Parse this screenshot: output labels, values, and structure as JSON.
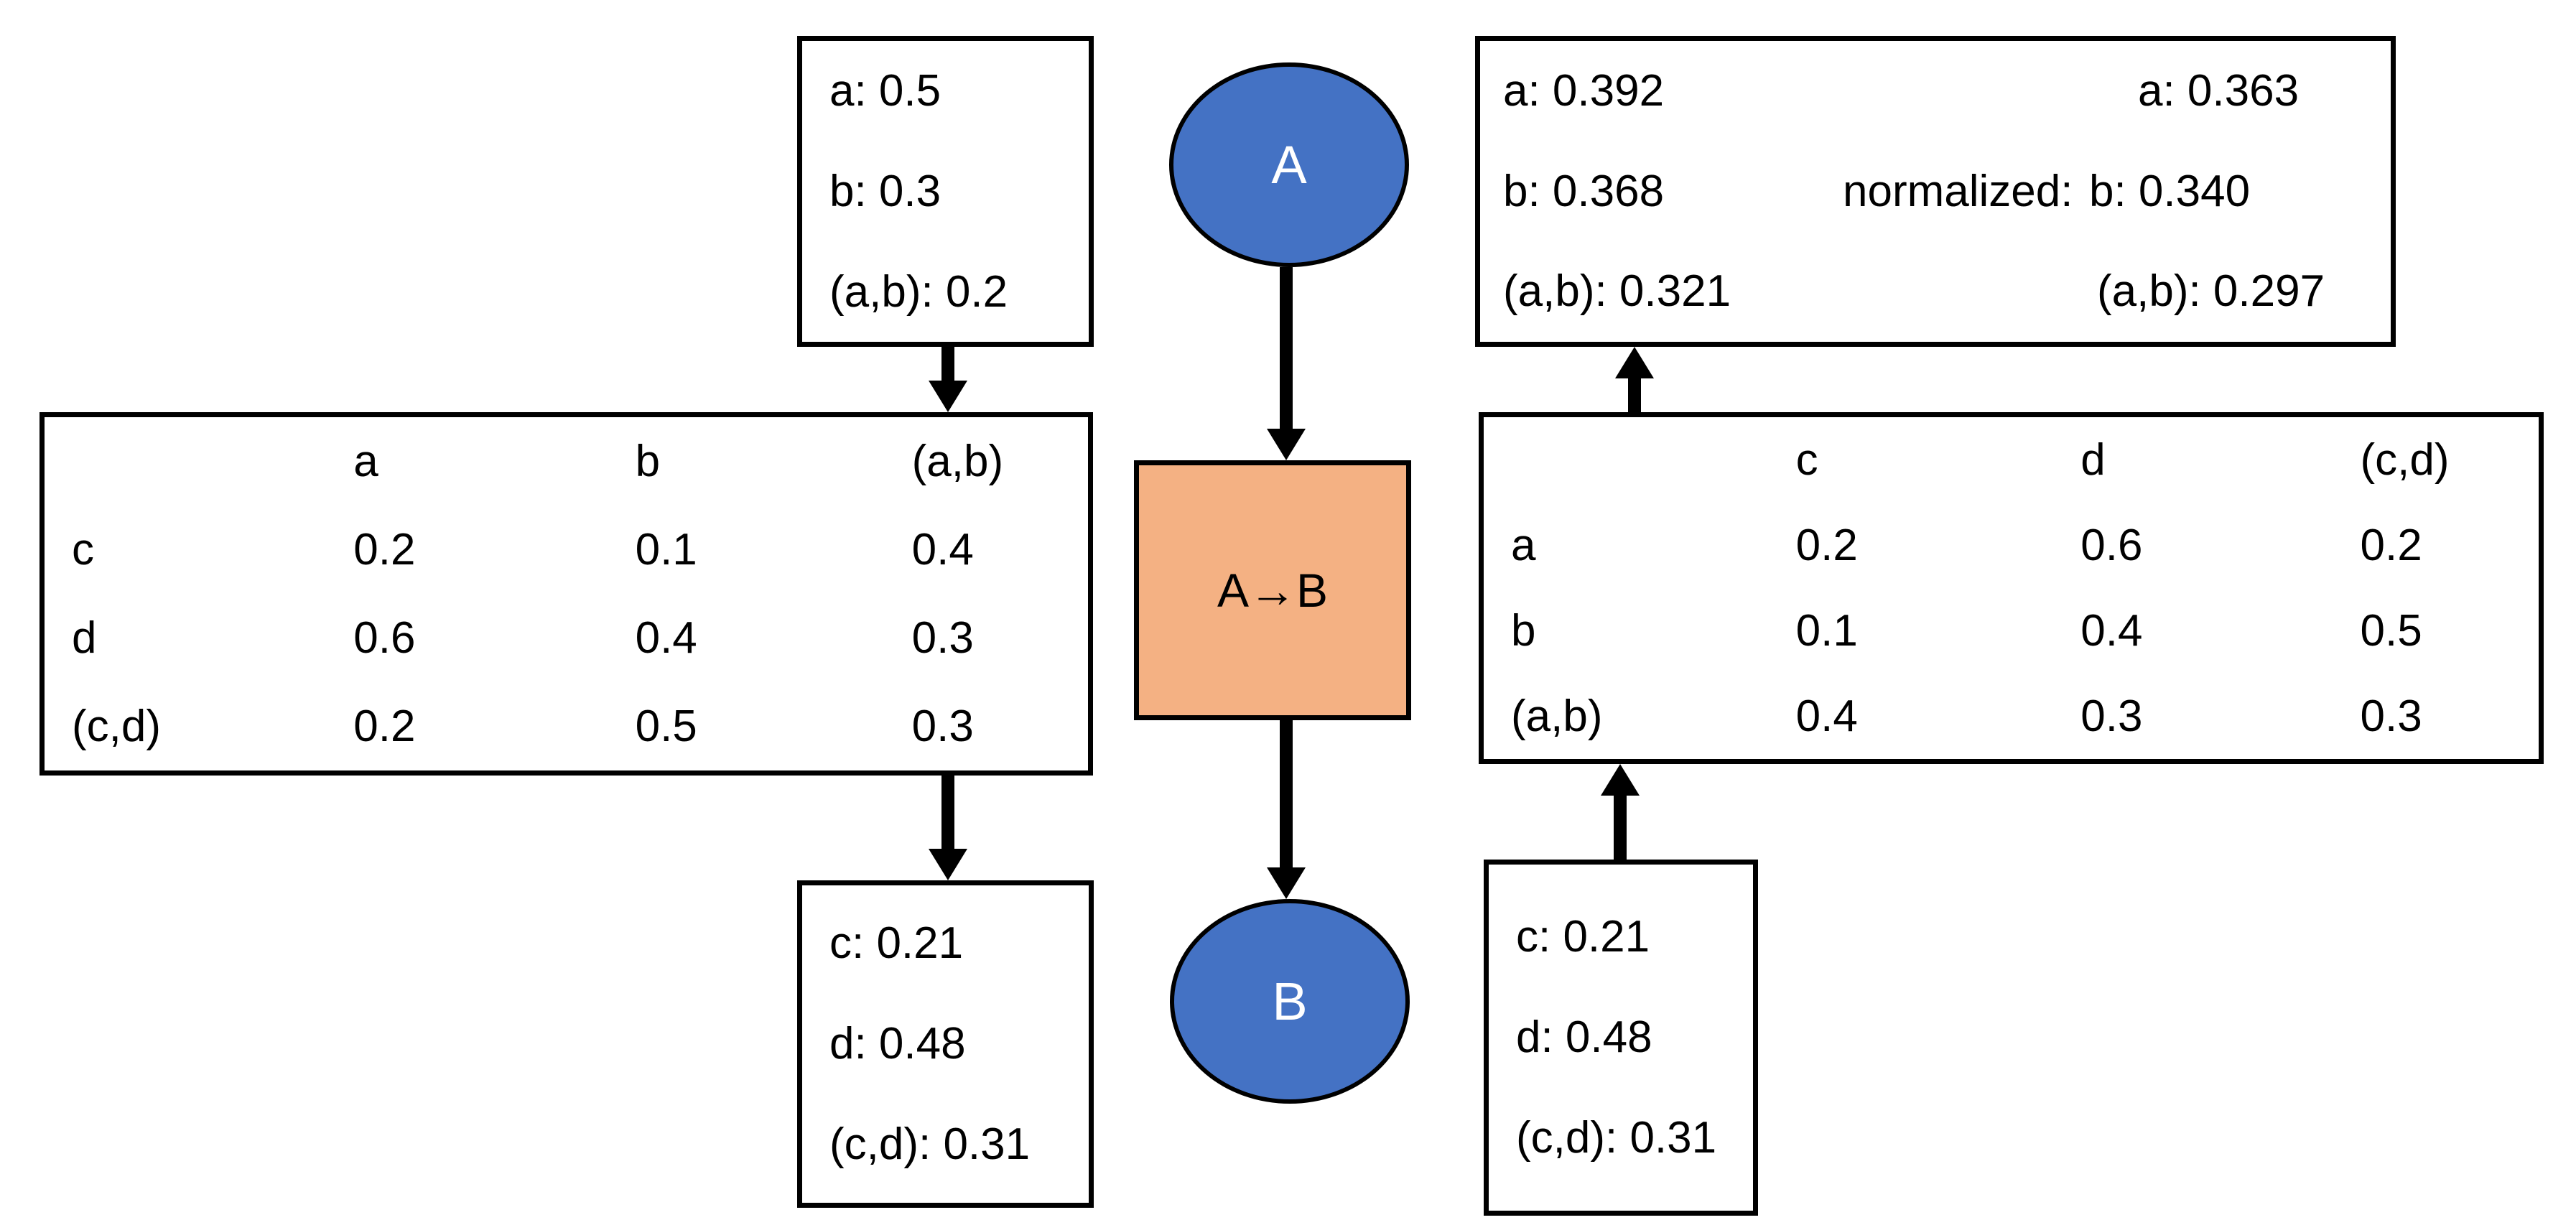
{
  "colors": {
    "node_fill": "#4472C4",
    "node_text": "#FFFFFF",
    "factor_fill": "#F4B183",
    "stroke": "#000000",
    "background": "#FFFFFF"
  },
  "nodes": {
    "a": {
      "label": "A"
    },
    "b": {
      "label": "B"
    },
    "factor": {
      "label": "A→B"
    }
  },
  "message_boxes": {
    "top_left": {
      "lines": [
        "a: 0.5",
        "b: 0.3",
        "(a,b): 0.2"
      ]
    },
    "bottom_left": {
      "lines": [
        "c: 0.21",
        "d: 0.48",
        "(c,d): 0.31"
      ]
    },
    "bottom_right": {
      "lines": [
        "c: 0.21",
        "d: 0.48",
        "(c,d): 0.31"
      ]
    },
    "top_right": {
      "raw": {
        "lines": [
          "a: 0.392",
          "b: 0.368",
          "(a,b): 0.321"
        ]
      },
      "label": "normalized:",
      "normalized": {
        "lines": [
          "a: 0.363",
          "b: 0.340",
          "(a,b): 0.297"
        ]
      }
    }
  },
  "left_table": {
    "col_headers": [
      "",
      "a",
      "b",
      "(a,b)"
    ],
    "rows": [
      {
        "label": "c",
        "cells": [
          "0.2",
          "0.1",
          "0.4"
        ]
      },
      {
        "label": "d",
        "cells": [
          "0.6",
          "0.4",
          "0.3"
        ]
      },
      {
        "label": "(c,d)",
        "cells": [
          "0.2",
          "0.5",
          "0.3"
        ]
      }
    ]
  },
  "right_table": {
    "col_headers": [
      "",
      "c",
      "d",
      "(c,d)"
    ],
    "rows": [
      {
        "label": "a",
        "cells": [
          "0.2",
          "0.6",
          "0.2"
        ]
      },
      {
        "label": "b",
        "cells": [
          "0.1",
          "0.4",
          "0.5"
        ]
      },
      {
        "label": "(a,b)",
        "cells": [
          "0.4",
          "0.3",
          "0.3"
        ]
      }
    ]
  }
}
